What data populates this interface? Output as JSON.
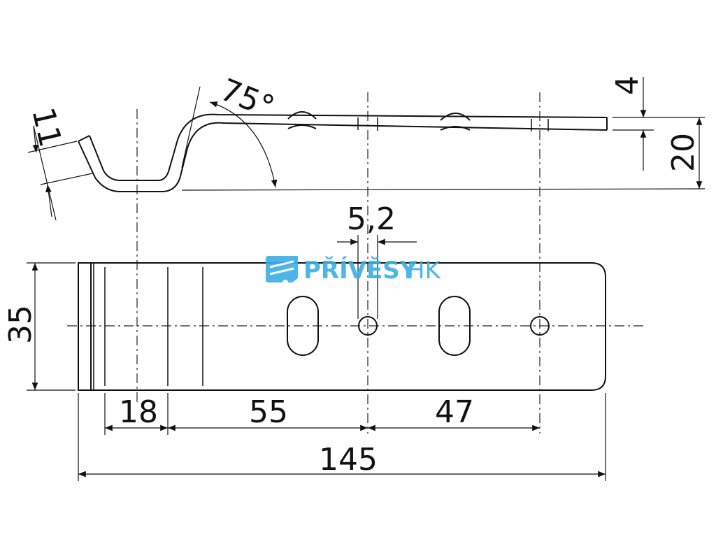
{
  "dimensions": {
    "thickness": "11",
    "angle": "75°",
    "step_height": "4",
    "total_height": "20",
    "hole_diameter": "5,2",
    "width": "35",
    "seg_1": "18",
    "seg_2": "55",
    "seg_3": "47",
    "total_length": "145"
  },
  "watermark": {
    "brand_bold": "PŘÍVĚSY",
    "brand_light": "HK",
    "color": "#3aaee6"
  },
  "colors": {
    "line": "#111111",
    "centerline": "#222222"
  }
}
